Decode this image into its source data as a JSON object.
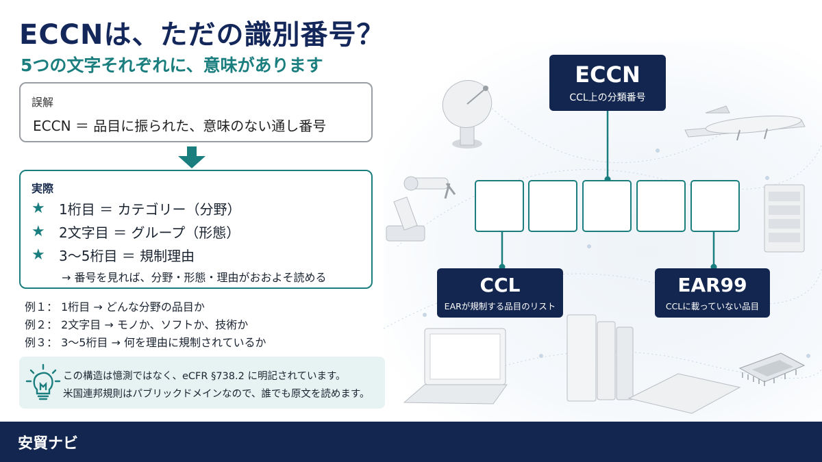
{
  "title": "ECCNは、ただの識別番号？",
  "subtitle": "5つの文字それぞれに、意味があります",
  "misconception": {
    "label": "誤解",
    "text": "ECCN ＝ 品目に振られた、意味のない通し番号"
  },
  "reality": {
    "label": "実際",
    "rows": [
      {
        "star": "★",
        "text": "1桁目 ＝ カテゴリー（分野）"
      },
      {
        "star": "★",
        "text": "2文字目 ＝ グループ（形態）"
      },
      {
        "star": "★",
        "text": "3〜5桁目 ＝ 規制理由"
      }
    ],
    "note": "→ 番号を見れば、分野・形態・理由がおおよそ読める"
  },
  "examples": [
    "例１： 1桁目 → どんな分野の品目か",
    "例２： 2文字目 → モノか、ソフトか、技術か",
    "例３： 3〜5桁目 → 何を理由に規制されているか"
  ],
  "tip": {
    "icon": "lightbulb-icon",
    "lines": [
      "この構造は憶測ではなく、eCFR §738.2 に明記されています。",
      "米国連邦規則はパブリックドメインなので、誰でも原文を読めます。"
    ]
  },
  "diagram": {
    "eccn": {
      "title": "ECCN",
      "sub": "CCL上の分類番号"
    },
    "slot_count": 5,
    "ccl": {
      "title": "CCL",
      "sub": "EARが規制する品目のリスト"
    },
    "ear99": {
      "title": "EAR99",
      "sub": "CCLに載っていない品目"
    },
    "decor_icons": [
      "satellite-dish-icon",
      "drone-icon",
      "robot-arm-icon",
      "server-icon",
      "laptop-icon",
      "binders-icon",
      "tablet-icon",
      "chip-icon"
    ]
  },
  "footer": "安貿ナビ",
  "colors": {
    "navy": "#13264f",
    "teal": "#1a7d7e",
    "title": "#14275a"
  }
}
